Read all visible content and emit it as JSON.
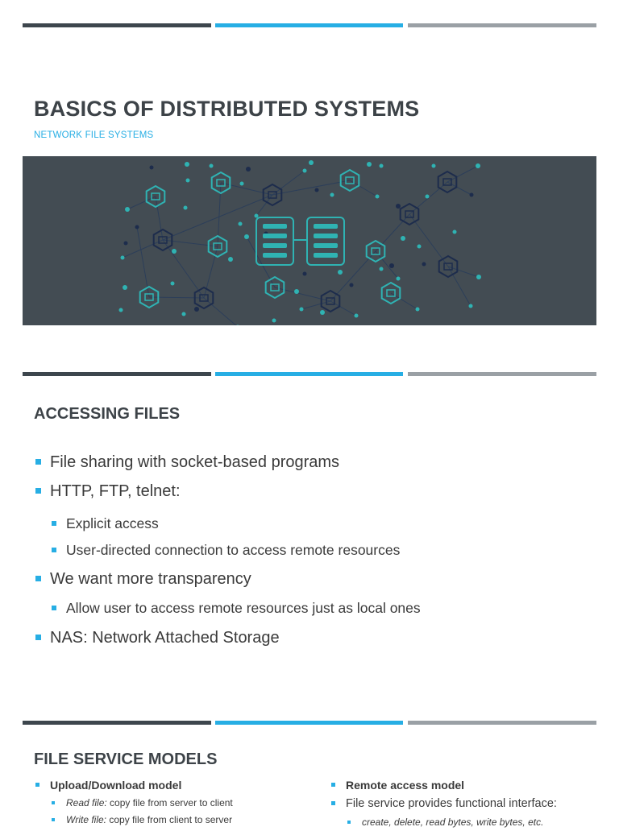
{
  "slide1": {
    "title": "BASICS OF DISTRIBUTED SYSTEMS",
    "subtitle": "NETWORK FILE SYSTEMS",
    "image": "network-servers-illustration"
  },
  "slide2": {
    "title": "ACCESSING FILES",
    "bullets": [
      "File sharing with socket-based programs",
      "HTTP, FTP, telnet:",
      "Explicit access",
      "User-directed connection to access remote resources",
      "We want more transparency",
      "Allow user to access remote resources just as local ones",
      "NAS: Network Attached Storage"
    ]
  },
  "slide3": {
    "title": "FILE SERVICE MODELS",
    "left": {
      "heading": "Upload/Download model",
      "items": [
        {
          "term": "Read file:",
          "text": " copy file from server to client"
        },
        {
          "term": "Write file:",
          "text": " copy file from client to server"
        }
      ]
    },
    "right": {
      "heading": "Remote access model",
      "item": "File service provides functional interface:",
      "sub": "create, delete, read bytes, write bytes, etc."
    }
  },
  "colors": {
    "accent": "#27aee4",
    "dark": "#3d464d",
    "gray": "#9aa0a5",
    "hero_bg": "#434c53"
  }
}
